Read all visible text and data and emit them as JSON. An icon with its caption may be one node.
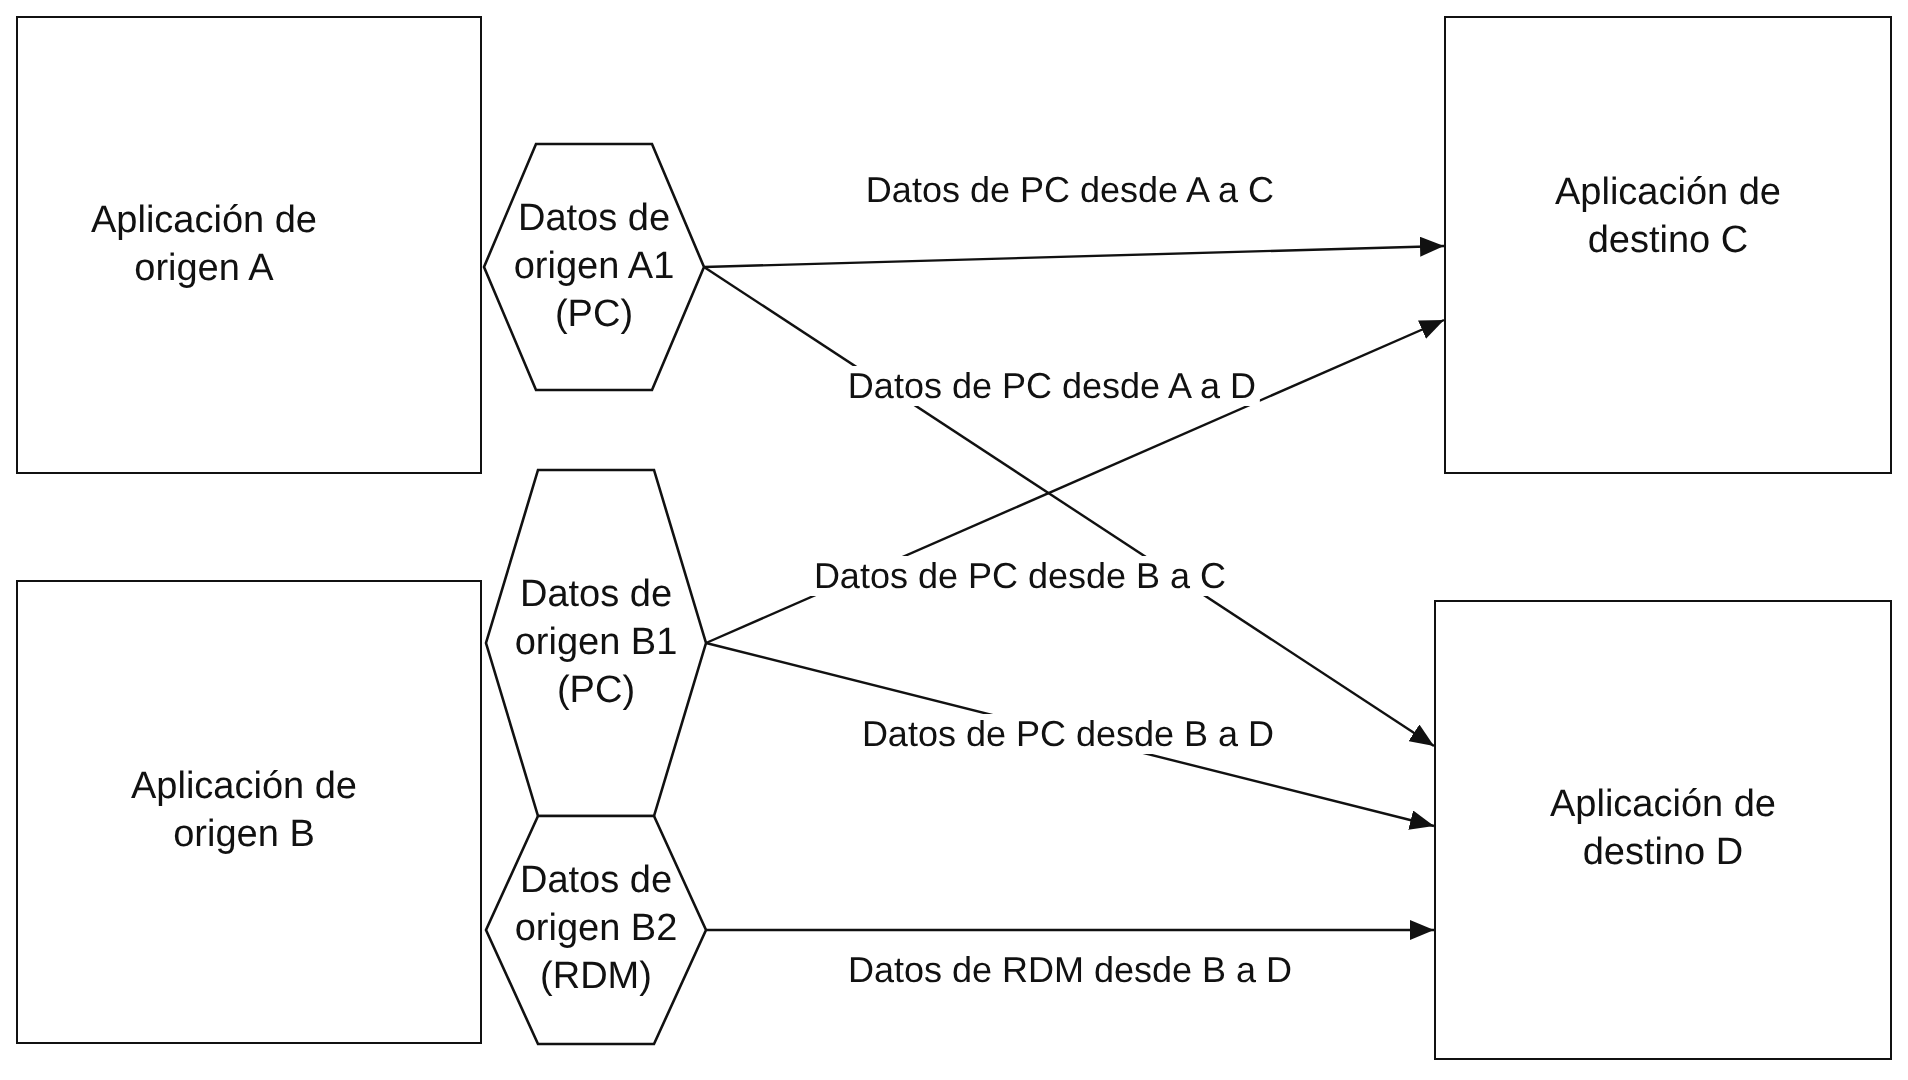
{
  "diagram": {
    "nodes": [
      {
        "text": [
          "Aplicación de origen A"
        ]
      },
      {
        "text": [
          "Datos de origen A1 (PC)"
        ]
      },
      {
        "text": [
          "Aplicación de destino C"
        ]
      },
      {
        "text": [
          "Aplicación de origen B"
        ]
      },
      {
        "text": [
          "Datos de origen B1 (PC)"
        ]
      },
      {
        "text": [
          "Datos de origen B2 (RDM)"
        ]
      },
      {
        "text": [
          "Aplicación de destino D"
        ]
      }
    ],
    "edges": [
      {
        "from": 1,
        "to": 2,
        "arrow": "to",
        "label": "Datos de PC desde A a C"
      },
      {
        "from": 1,
        "to": 6,
        "arrow": "to",
        "label": "Datos de PC desde A a D"
      },
      {
        "from": 4,
        "to": 2,
        "arrow": "to",
        "label": "Datos de PC desde B a C"
      },
      {
        "from": 4,
        "to": 6,
        "arrow": "to",
        "label": "Datos de PC desde B a D"
      },
      {
        "from": 5,
        "to": 6,
        "arrow": "to",
        "label": "Datos de RDM desde B a D"
      }
    ]
  }
}
